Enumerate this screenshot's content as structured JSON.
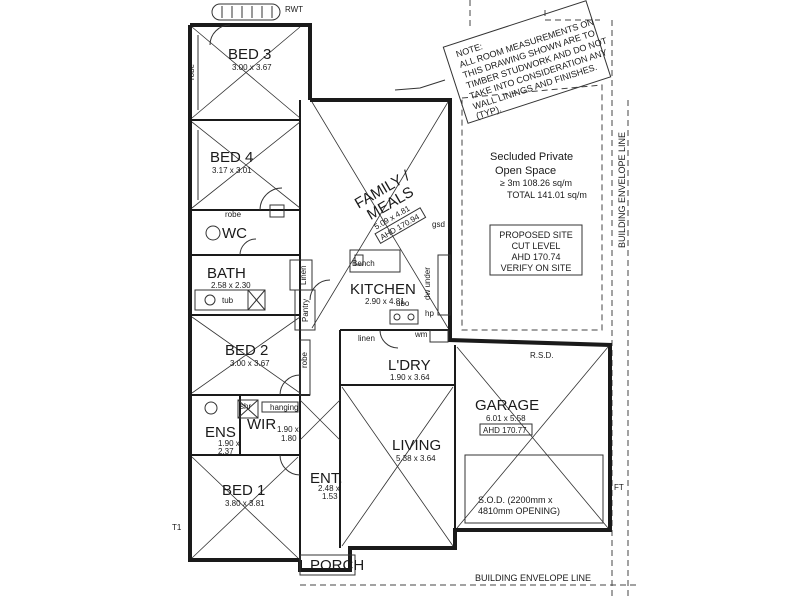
{
  "rooms": {
    "bed3": {
      "name": "BED 3",
      "dims": "3.00 x 3.67"
    },
    "bed4": {
      "name": "BED 4",
      "dims": "3.17 x 3.01"
    },
    "family": {
      "name1": "FAMILY /",
      "name2": "MEALS",
      "dims": "5.09 x 4.81",
      "ahd": "AHD 170.94"
    },
    "wc": {
      "name": "WC"
    },
    "bath": {
      "name": "BATH",
      "dims": "2.58 x 2.30"
    },
    "kitchen": {
      "name": "KITCHEN",
      "dims": "2.90 x 4.81"
    },
    "bed2": {
      "name": "BED 2",
      "dims": "3.00 x 3.67"
    },
    "ldry": {
      "name": "L'DRY",
      "dims": "1.90 x 3.64"
    },
    "garage": {
      "name": "GARAGE",
      "dims": "6.01 x 5.58",
      "ahd": "AHD 170.77"
    },
    "ens": {
      "name": "ENS",
      "dims1": "1.90 x",
      "dims2": "2.37"
    },
    "wir": {
      "name": "WIR",
      "dims1": "1.90 x",
      "dims2": "1.80"
    },
    "living": {
      "name": "LIVING",
      "dims": "5.38 x 3.64"
    },
    "ent": {
      "name": "ENT.",
      "dims1": "2.48 x",
      "dims2": "1.53"
    },
    "bed1": {
      "name": "BED 1",
      "dims": "3.80 x 3.81"
    },
    "porch": {
      "name": "PORCH"
    }
  },
  "fixtures": {
    "rwt": "RWT",
    "robe_bed3": "robe",
    "robe_bed4": "robe",
    "robe_bed2": "robe",
    "linen1": "Linen",
    "linen2": "linen",
    "pantry": "Pantry",
    "bench": "Bench",
    "dw_under": "dw under",
    "ubo": "ubo",
    "hp": "hp",
    "wm": "wm",
    "gsd": "gsd",
    "tub": "tub",
    "shr": "shr",
    "hanging": "hanging",
    "rsd": "R.S.D."
  },
  "note": {
    "lines": [
      "NOTE:",
      "ALL ROOM MEASUREMENTS ON",
      "THIS DRAWING SHOWN ARE TO",
      "TIMBER STUDWORK AND DO NOT",
      "TAKE INTO CONSIDERATION ANY",
      "WALL LININGS AND FINISHES.",
      "(TYP)."
    ]
  },
  "open_space": {
    "line1": "Secluded Private",
    "line2": "Open Space",
    "line3": "≥ 3m   108.26 sq/m",
    "line4": "TOTAL 141.01 sq/m"
  },
  "site_level": {
    "lines": [
      "PROPOSED SITE",
      "CUT LEVEL",
      "AHD 170.74",
      "VERIFY ON SITE"
    ]
  },
  "sod": {
    "line1": "S.O.D. (2200mm x",
    "line2": "4810mm OPENING)"
  },
  "envelope": {
    "side": "BUILDING ENVELOPE LINE",
    "bottom": "BUILDING ENVELOPE LINE"
  },
  "markers": {
    "t1": "T1",
    "ft": "FT"
  }
}
